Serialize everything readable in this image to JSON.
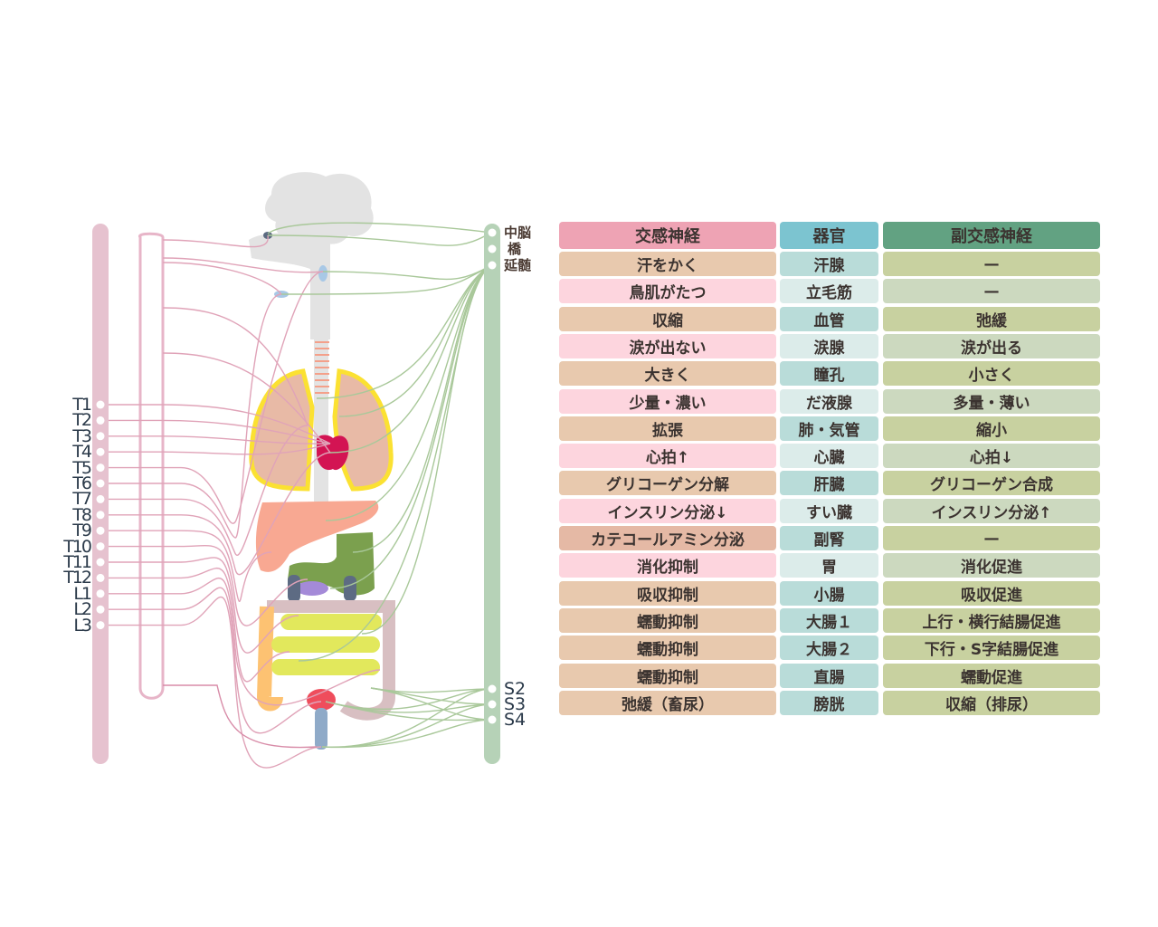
{
  "spinal_labels": {
    "thoracic_lumbar": [
      "T1",
      "T2",
      "T3",
      "T4",
      "T5",
      "T6",
      "T7",
      "T8",
      "T9",
      "T10",
      "T11",
      "T12",
      "L1",
      "L2",
      "L3"
    ],
    "brainstem": [
      "中脳",
      "橋",
      "延髄"
    ],
    "sacral": [
      "S2",
      "S3",
      "S4"
    ]
  },
  "colors": {
    "sympathetic": "#e0a3b8",
    "parasympathetic": "#a9c89a",
    "header_sympathetic": "#eea3b4",
    "header_organ": "#7cc4d0",
    "header_parasympathetic": "#62a282"
  },
  "table": {
    "headers": {
      "sympathetic": "交感神経",
      "organ": "器官",
      "parasympathetic": "副交感神経"
    },
    "rows": [
      {
        "sympathetic": "汗をかく",
        "organ": "汗腺",
        "parasympathetic": "—"
      },
      {
        "sympathetic": "鳥肌がたつ",
        "organ": "立毛筋",
        "parasympathetic": "—"
      },
      {
        "sympathetic": "収縮",
        "organ": "血管",
        "parasympathetic": "弛緩"
      },
      {
        "sympathetic": "涙が出ない",
        "organ": "涙腺",
        "parasympathetic": "涙が出る"
      },
      {
        "sympathetic": "大きく",
        "organ": "瞳孔",
        "parasympathetic": "小さく"
      },
      {
        "sympathetic": "少量・濃い",
        "organ": "だ液腺",
        "parasympathetic": "多量・薄い"
      },
      {
        "sympathetic": "拡張",
        "organ": "肺・気管",
        "parasympathetic": "縮小"
      },
      {
        "sympathetic": "心拍↑",
        "organ": "心臓",
        "parasympathetic": "心拍↓"
      },
      {
        "sympathetic": "グリコーゲン分解",
        "organ": "肝臓",
        "parasympathetic": "グリコーゲン合成"
      },
      {
        "sympathetic": "インスリン分泌↓",
        "organ": "すい臓",
        "parasympathetic": "インスリン分泌↑"
      },
      {
        "sympathetic": "カテコールアミン分泌",
        "organ": "副腎",
        "parasympathetic": "—"
      },
      {
        "sympathetic": "消化抑制",
        "organ": "胃",
        "parasympathetic": "消化促進"
      },
      {
        "sympathetic": "吸収抑制",
        "organ": "小腸",
        "parasympathetic": "吸収促進"
      },
      {
        "sympathetic": "蠕動抑制",
        "organ": "大腸１",
        "parasympathetic": "上行・横行結腸促進"
      },
      {
        "sympathetic": "蠕動抑制",
        "organ": "大腸２",
        "parasympathetic": "下行・S字結腸促進"
      },
      {
        "sympathetic": "蠕動抑制",
        "organ": "直腸",
        "parasympathetic": "蠕動促進"
      },
      {
        "sympathetic": "弛緩（畜尿）",
        "organ": "膀胱",
        "parasympathetic": "収縮（排尿）"
      }
    ]
  }
}
